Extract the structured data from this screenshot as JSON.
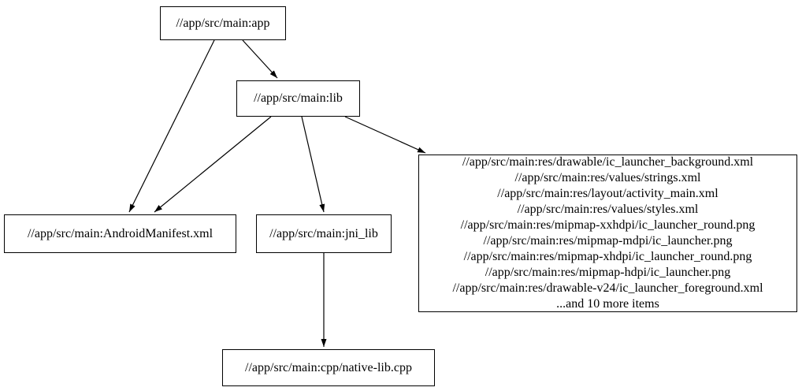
{
  "graph": {
    "type": "directed-dependency-graph",
    "colors": {
      "background": "#ffffff",
      "node_border": "#000000",
      "edge": "#000000",
      "text": "#000000"
    },
    "nodes": {
      "app": {
        "label": "//app/src/main:app"
      },
      "lib": {
        "label": "//app/src/main:lib"
      },
      "android_manifest": {
        "label": "//app/src/main:AndroidManifest.xml"
      },
      "jni_lib": {
        "label": "//app/src/main:jni_lib"
      },
      "res_group": {
        "lines": [
          "//app/src/main:res/drawable/ic_launcher_background.xml",
          "//app/src/main:res/values/strings.xml",
          "//app/src/main:res/layout/activity_main.xml",
          "//app/src/main:res/values/styles.xml",
          "//app/src/main:res/mipmap-xxhdpi/ic_launcher_round.png",
          "//app/src/main:res/mipmap-mdpi/ic_launcher.png",
          "//app/src/main:res/mipmap-xhdpi/ic_launcher_round.png",
          "//app/src/main:res/mipmap-hdpi/ic_launcher.png",
          "//app/src/main:res/drawable-v24/ic_launcher_foreground.xml",
          "...and 10 more items"
        ]
      },
      "native_lib_cpp": {
        "label": "//app/src/main:cpp/native-lib.cpp"
      }
    },
    "edges": [
      {
        "from": "//app/src/main:app",
        "to": "//app/src/main:lib"
      },
      {
        "from": "//app/src/main:app",
        "to": "//app/src/main:AndroidManifest.xml"
      },
      {
        "from": "//app/src/main:lib",
        "to": "//app/src/main:AndroidManifest.xml"
      },
      {
        "from": "//app/src/main:lib",
        "to": "//app/src/main:jni_lib"
      },
      {
        "from": "//app/src/main:lib",
        "to": "res_group"
      },
      {
        "from": "//app/src/main:jni_lib",
        "to": "//app/src/main:cpp/native-lib.cpp"
      }
    ]
  }
}
